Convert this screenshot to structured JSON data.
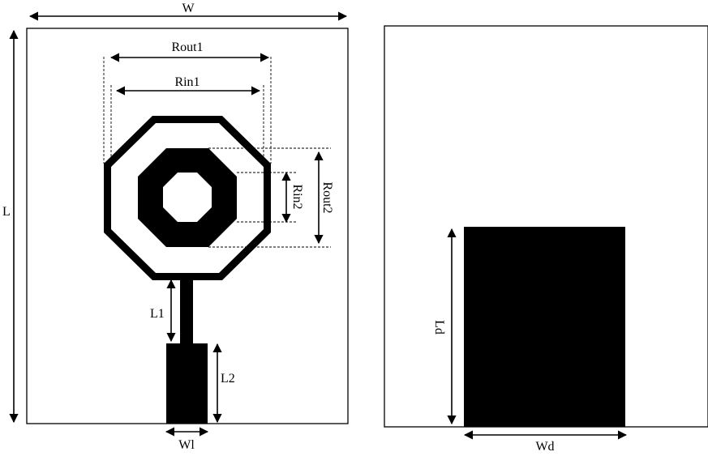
{
  "front_view": {
    "labels": {
      "width": "W",
      "length": "L",
      "outer_radius_1": "Rout1",
      "inner_radius_1": "Rin1",
      "outer_radius_2": "Rout2",
      "inner_radius_2": "Rin2",
      "feed_length_1": "L1",
      "feed_length_2": "L2",
      "feed_width": "Wl"
    }
  },
  "back_view": {
    "labels": {
      "ground_length": "Ld",
      "ground_width": "Wd"
    }
  },
  "colors": {
    "metal": "#000000",
    "substrate": "#ffffff",
    "outline": "#000000"
  }
}
